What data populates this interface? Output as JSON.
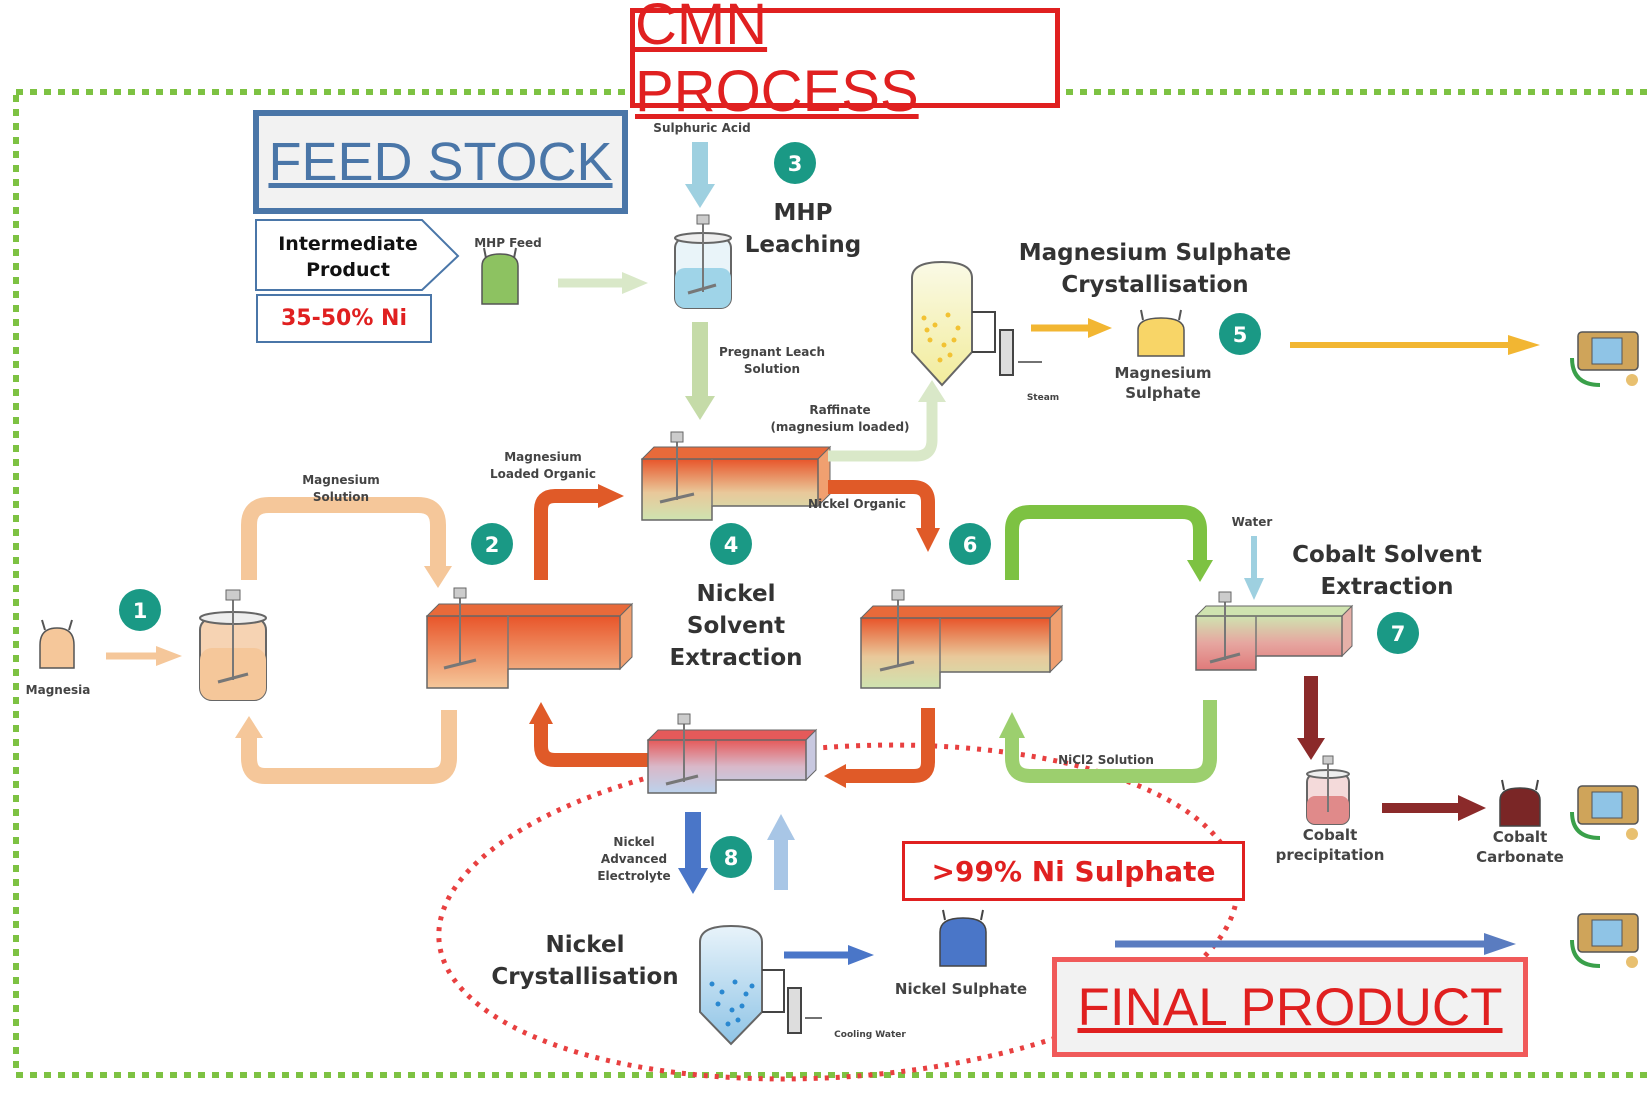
{
  "title": "CMN PROCESS",
  "feed_stock": {
    "label": "FEED STOCK",
    "intermediate_line1": "Intermediate",
    "intermediate_line2": "Product",
    "nickel_grade": "35-50% Ni",
    "feed_label": "MHP Feed"
  },
  "final_product": {
    "label": "FINAL PRODUCT",
    "purity": ">99% Ni Sulphate"
  },
  "steps": [
    {
      "number": "1"
    },
    {
      "number": "2"
    },
    {
      "number": "3",
      "line1": "MHP",
      "line2": "Leaching"
    },
    {
      "number": "4",
      "line1": "Nickel",
      "line2": "Solvent",
      "line3": "Extraction"
    },
    {
      "number": "5",
      "line1": "Magnesium Sulphate",
      "line2": "Crystallisation"
    },
    {
      "number": "6"
    },
    {
      "number": "7",
      "line1": "Cobalt Solvent",
      "line2": "Extraction"
    },
    {
      "number": "8",
      "line1": "Nickel",
      "line2": "Crystallisation"
    }
  ],
  "stream_labels": {
    "sulphuric_acid": "Sulphuric Acid",
    "pregnant_leach_1": "Pregnant Leach",
    "pregnant_leach_2": "Solution",
    "raffinate_1": "Raffinate",
    "raffinate_2": "(magnesium loaded)",
    "mg_loaded_organic_1": "Magnesium",
    "mg_loaded_organic_2": "Loaded Organic",
    "mg_solution_1": "Magnesium",
    "mg_solution_2": "Solution",
    "magnesia": "Magnesia",
    "nickel_organic": "Nickel Organic",
    "water": "Water",
    "nicl2_solution": "NiCl2 Solution",
    "advanced_electrolyte_1": "Nickel",
    "advanced_electrolyte_2": "Advanced",
    "advanced_electrolyte_3": "Electrolyte",
    "steam": "Steam",
    "cooling_water": "Cooling Water"
  },
  "products": {
    "mg_sulphate_1": "Magnesium",
    "mg_sulphate_2": "Sulphate",
    "cobalt_precip_1": "Cobalt",
    "cobalt_precip_2": "precipitation",
    "cobalt_carbonate_1": "Cobalt",
    "cobalt_carbonate_2": "Carbonate",
    "nickel_sulphate": "Nickel Sulphate"
  },
  "colors": {
    "process_border": "#7dc242",
    "title_red": "#e02020",
    "feed_blue": "#4a76a8",
    "badge_teal": "#1a9985",
    "organic_orange": "#e05a28"
  }
}
